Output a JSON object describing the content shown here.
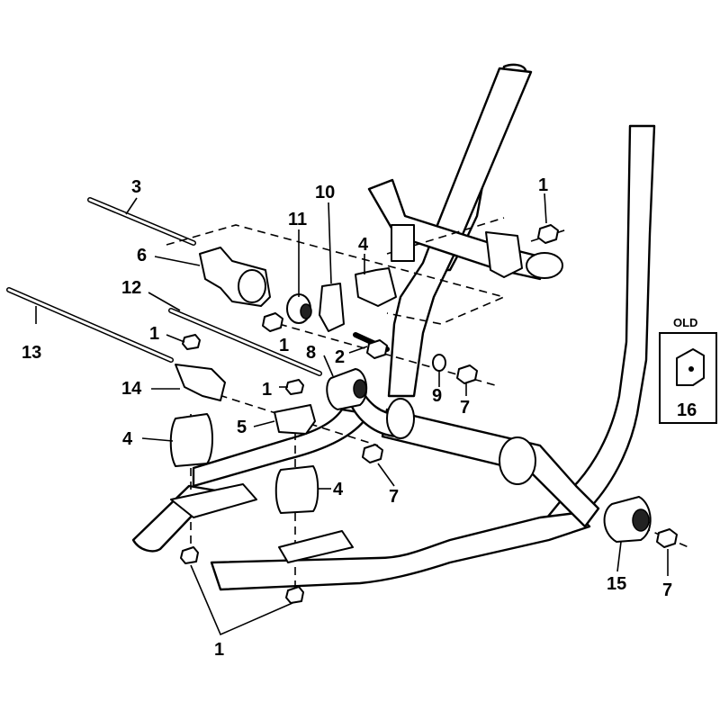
{
  "diagram": {
    "callouts": {
      "c1_top_right": "1",
      "c3": "3",
      "c10": "10",
      "c11": "11",
      "c4_top": "4",
      "c6": "6",
      "c12": "12",
      "c13": "13",
      "c1_left_upper": "1",
      "c1_middle": "1",
      "c8": "8",
      "c2": "2",
      "c9": "9",
      "c7_right_upper": "7",
      "c14": "14",
      "c1_center": "1",
      "c5": "5",
      "c4_left": "4",
      "c4_center": "4",
      "c7_center": "7",
      "c15": "15",
      "c7_bottom_right": "7",
      "c1_bottom": "1"
    },
    "inset": {
      "label": "OLD",
      "part_number": "16"
    }
  }
}
